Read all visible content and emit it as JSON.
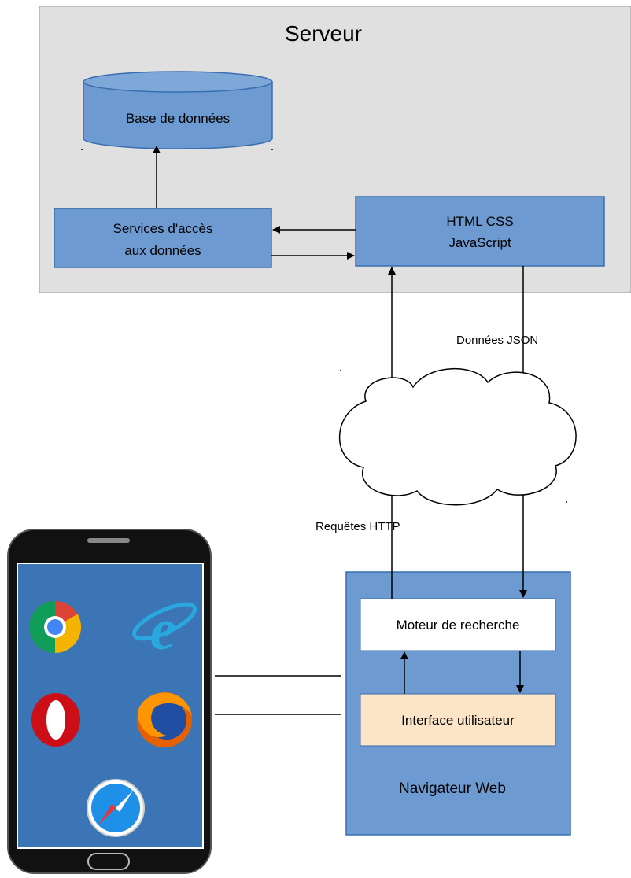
{
  "server": {
    "title": "Serveur"
  },
  "database": {
    "label": "Base de données"
  },
  "data_services": {
    "line1": "Services d'accès",
    "line2": "aux données"
  },
  "front_code": {
    "line1": "HTML CSS",
    "line2": "JavaScript"
  },
  "labels": {
    "json": "Données JSON",
    "http": "Requêtes HTTP"
  },
  "browser": {
    "title": "Navigateur Web",
    "engine": "Moteur de recherche",
    "ui": "Interface utilisateur"
  },
  "phone_icons": [
    "chrome-icon",
    "internet-explorer-icon",
    "opera-icon",
    "firefox-icon",
    "safari-icon"
  ],
  "colors": {
    "server_bg": "#e0e0e0",
    "box_blue": "#6d9bd1",
    "box_border": "#3a6eb0",
    "screen_blue": "#3b75b5",
    "ui_beige": "#fbe5c6",
    "white": "#ffffff",
    "black": "#000000"
  }
}
